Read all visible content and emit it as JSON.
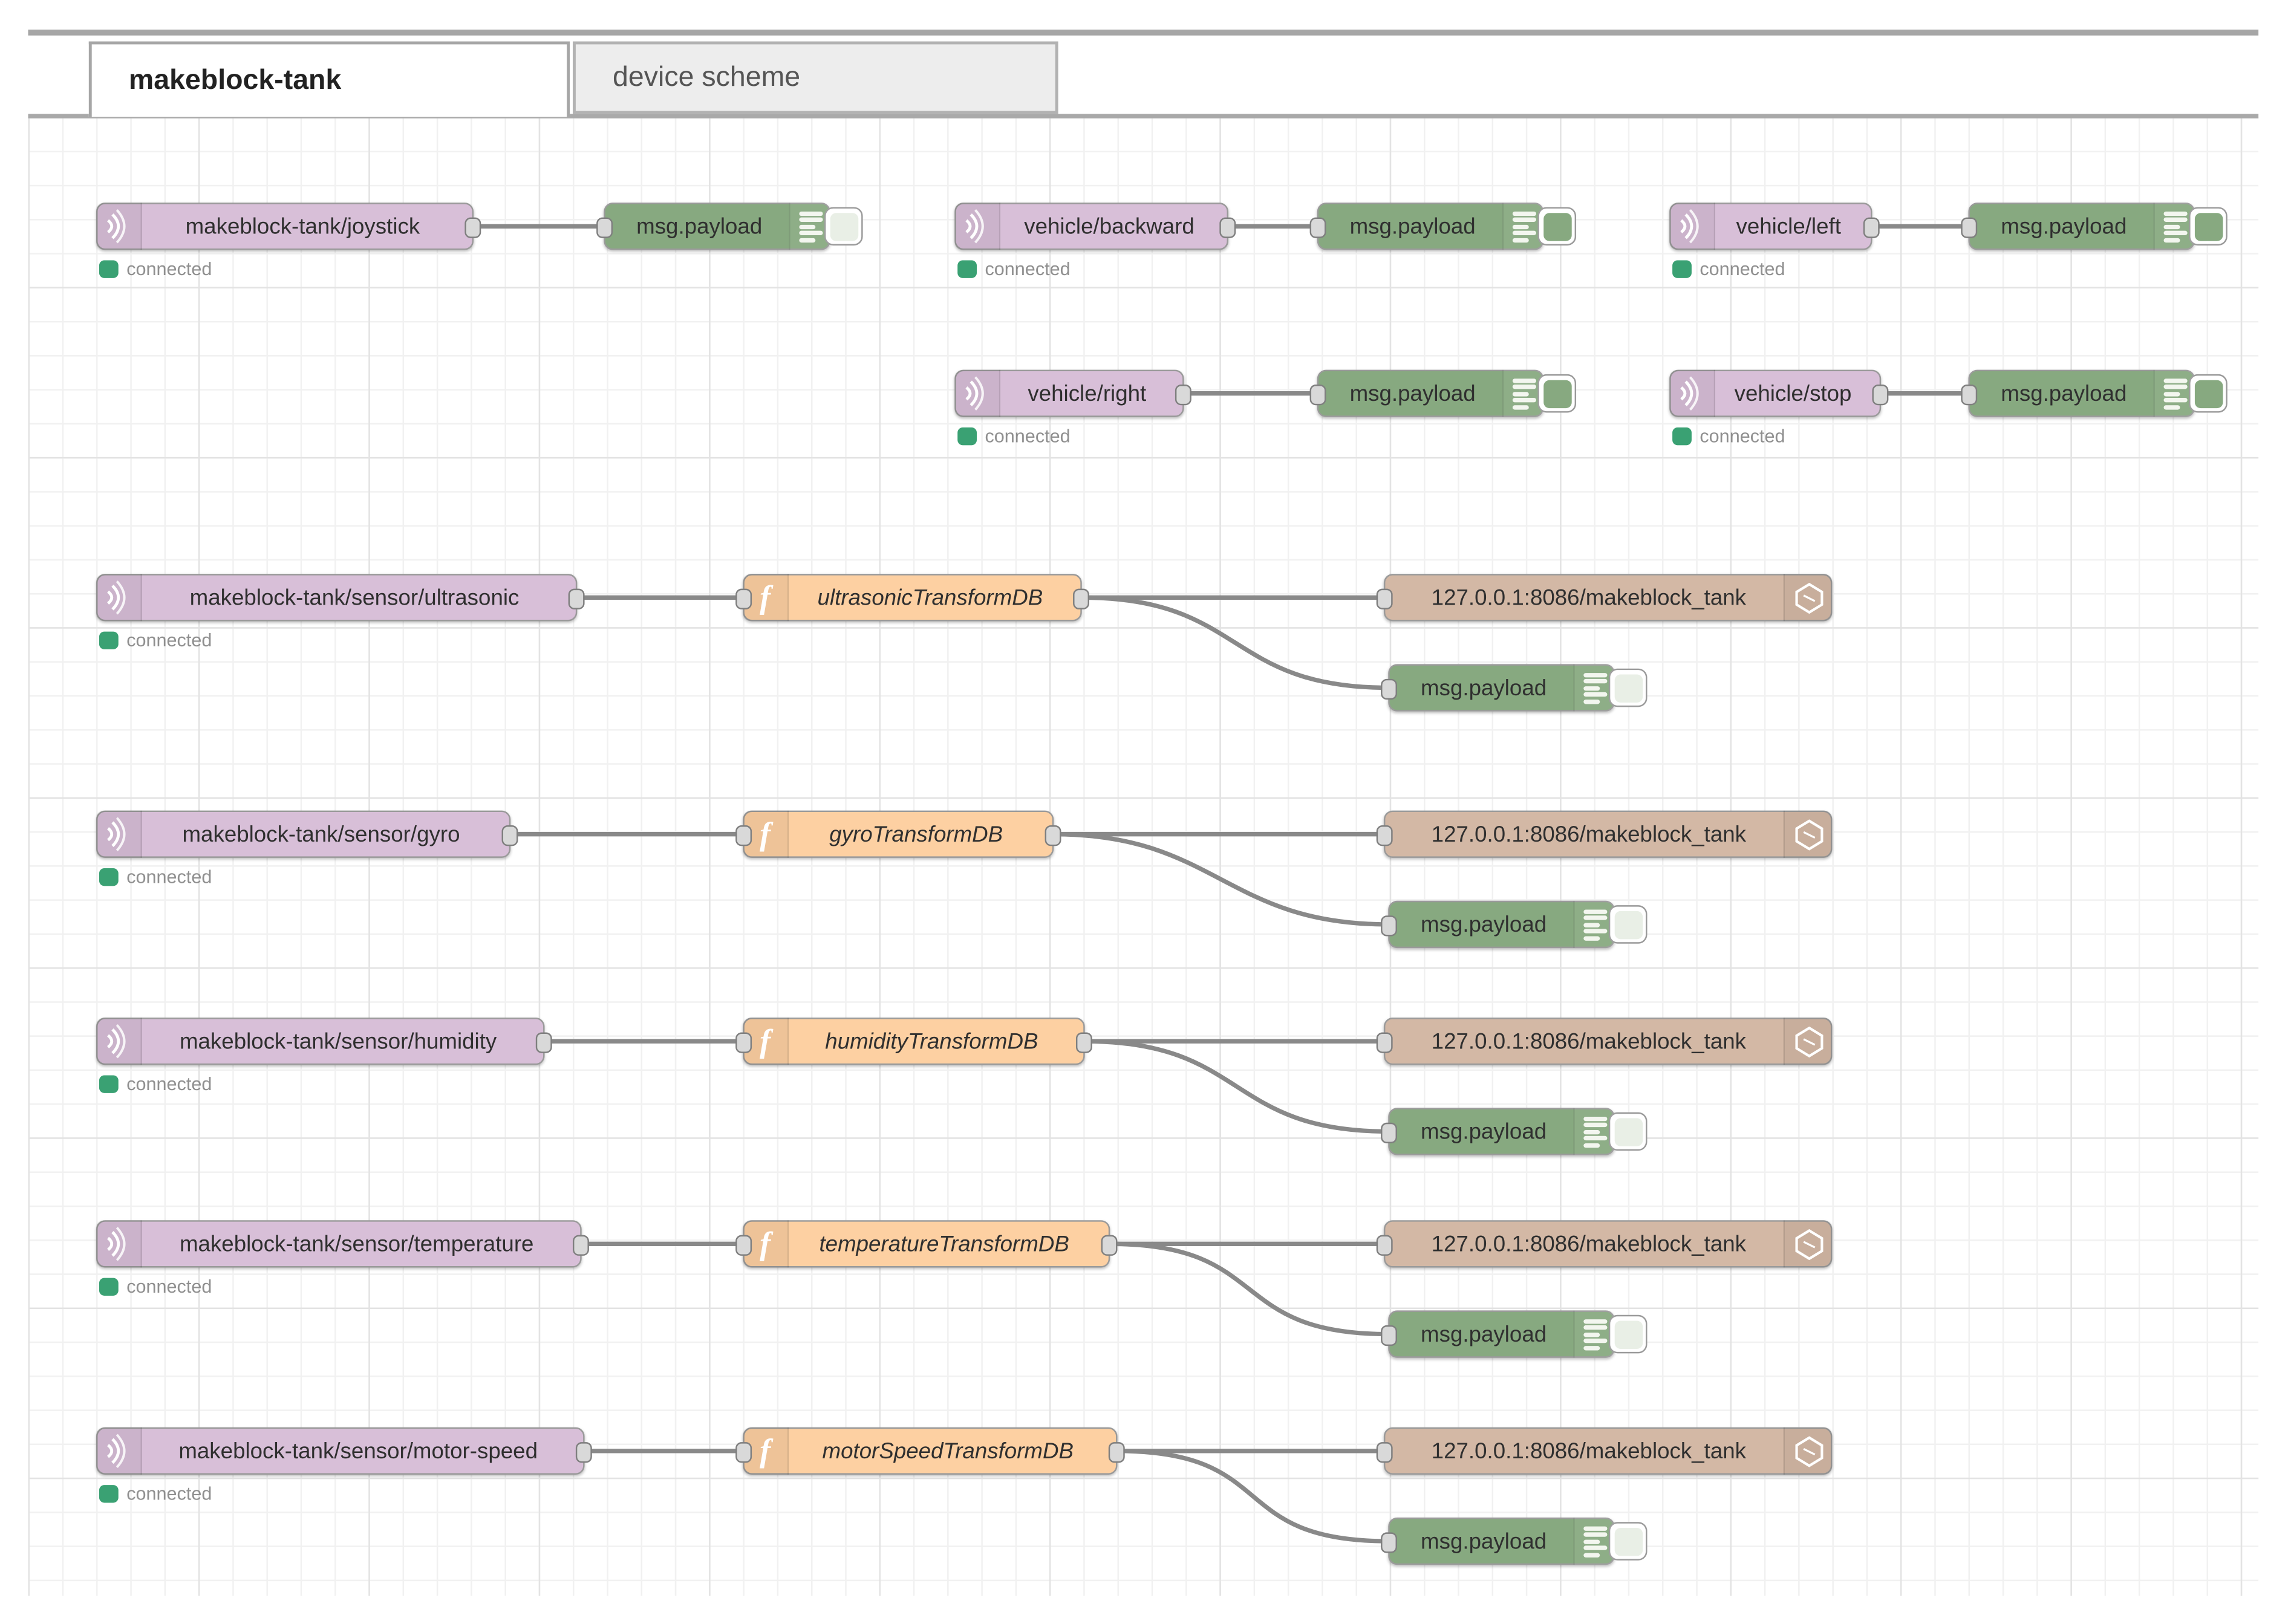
{
  "tabs": [
    {
      "label": "makeblock-tank"
    },
    {
      "label": "device scheme"
    }
  ],
  "labels": {
    "debug": "msg.payload",
    "influx": "127.0.0.1:8086/makeblock_tank",
    "status": "connected"
  },
  "mqtt": [
    {
      "label": "makeblock-tank/joystick"
    },
    {
      "label": "vehicle/backward"
    },
    {
      "label": "vehicle/left"
    },
    {
      "label": "vehicle/right"
    },
    {
      "label": "vehicle/stop"
    },
    {
      "label": "makeblock-tank/sensor/ultrasonic"
    },
    {
      "label": "makeblock-tank/sensor/gyro"
    },
    {
      "label": "makeblock-tank/sensor/humidity"
    },
    {
      "label": "makeblock-tank/sensor/temperature"
    },
    {
      "label": "makeblock-tank/sensor/motor-speed"
    }
  ],
  "functions": [
    {
      "label": "ultrasonicTransformDB"
    },
    {
      "label": "gyroTransformDB"
    },
    {
      "label": "humidityTransformDB"
    },
    {
      "label": "temperatureTransformDB"
    },
    {
      "label": "motorSpeedTransformDB"
    }
  ],
  "colors": {
    "mqtt_node": "#d8bfd8",
    "debug_node": "#87a980",
    "function_node": "#fdd0a2",
    "influxdb_node": "#d3b8a5",
    "status_dot": "#3aa173",
    "wire": "#898989"
  }
}
